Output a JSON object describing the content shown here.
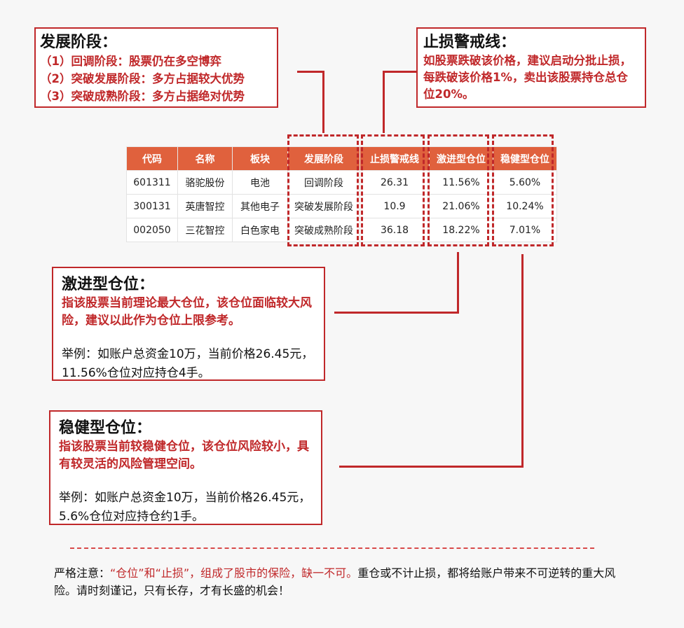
{
  "stage_box": {
    "title": "发展阶段：",
    "items": [
      "（1）回调阶段：股票仍在多空博弈",
      "（2）突破发展阶段：多方占据较大优势",
      "（3）突破成熟阶段：多方占据绝对优势"
    ]
  },
  "stop_box": {
    "title": "止损警戒线：",
    "desc": "如股票跌破该价格，建议启动分批止损，每跌破该价格1%，卖出该股票持仓总仓位20%。"
  },
  "table": {
    "headers": [
      "代码",
      "名称",
      "板块",
      "发展阶段",
      "止损警戒线",
      "激进型仓位",
      "稳健型仓位"
    ],
    "rows": [
      [
        "601311",
        "骆驼股份",
        "电池",
        "回调阶段",
        "26.31",
        "11.56%",
        "5.60%"
      ],
      [
        "300131",
        "英唐智控",
        "其他电子",
        "突破发展阶段",
        "10.9",
        "21.06%",
        "10.24%"
      ],
      [
        "002050",
        "三花智控",
        "白色家电",
        "突破成熟阶段",
        "36.18",
        "18.22%",
        "7.01%"
      ]
    ]
  },
  "aggressive_box": {
    "title": "激进型仓位：",
    "desc": "指该股票当前理论最大仓位，该仓位面临较大风险，建议以此作为仓位上限参考。",
    "example": "举例：如账户总资金10万，当前价格26.45元，11.56%仓位对应持仓4手。"
  },
  "stable_box": {
    "title": "稳健型仓位：",
    "desc": "指该股票当前较稳健仓位，该仓位风险较小，具有较灵活的风险管理空间。",
    "example": "举例：如账户总资金10万，当前价格26.45元，5.6%仓位对应持仓约1手。"
  },
  "footer": {
    "prefix": "严格注意：",
    "highlight": "“仓位”和“止损”，组成了股市的保险，缺一不可。",
    "rest": "重仓或不计止损，都将给账户带来不可逆转的重大风险。请时刻谨记，只有长存，才有长盛的机会！"
  },
  "colors": {
    "accent": "#c0282a",
    "header_bg": "#e0613d"
  }
}
